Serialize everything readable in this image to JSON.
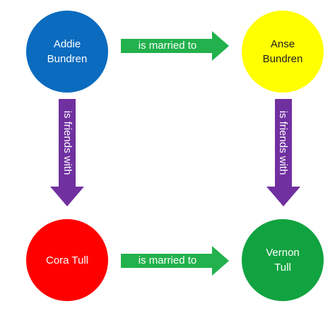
{
  "nodes": {
    "addie": {
      "line1": "Addie",
      "line2": "Bundren",
      "color": "#0a6bbf"
    },
    "anse": {
      "line1": "Anse",
      "line2": "Bundren",
      "color": "#ffff00"
    },
    "cora": {
      "line1": "Cora Tull",
      "color": "#ff0000"
    },
    "vernon": {
      "line1": "Vernon",
      "line2": "Tull",
      "color": "#11a340"
    }
  },
  "edges": {
    "addie_anse": {
      "label": "is married to",
      "color": "#1db954"
    },
    "cora_vernon": {
      "label": "is married to",
      "color": "#1db954"
    },
    "addie_cora": {
      "label": "is friends with",
      "color": "#7030a0"
    },
    "anse_vernon": {
      "label": "is friends with",
      "color": "#7030a0"
    }
  }
}
